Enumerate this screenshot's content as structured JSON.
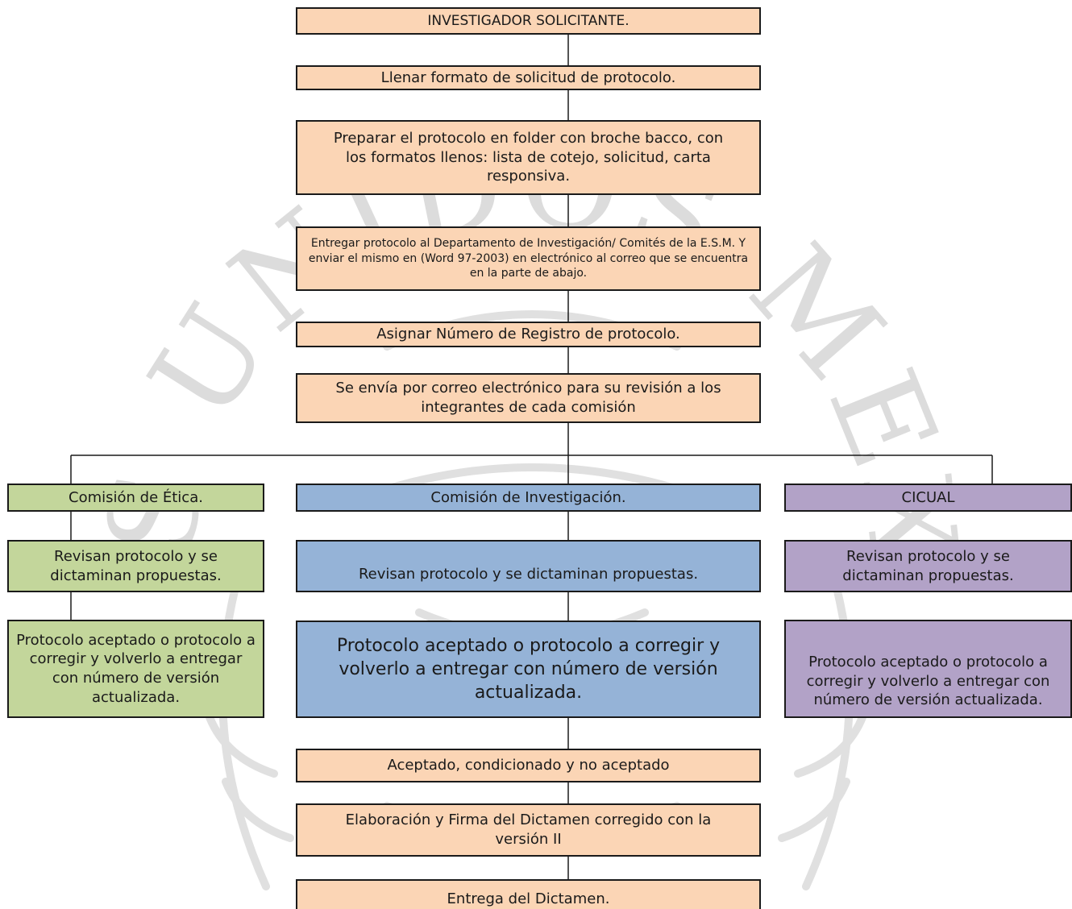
{
  "diagram": {
    "main_flow": {
      "start": "INVESTIGADOR SOLICITANTE.",
      "step1": "Llenar formato de solicitud de protocolo.",
      "step2": "Preparar  el protocolo en folder con broche bacco, con los formatos llenos: lista de cotejo, solicitud, carta responsiva.",
      "step3": "Entregar protocolo  al Departamento de Investigación/ Comités de la E.S.M.   Y  enviar el mismo en   (Word 97-2003)  en electrónico  al correo que se encuentra en la parte de abajo.",
      "step4": "Asignar Número de Registro de protocolo.",
      "step5": "Se envía por correo electrónico para su revisión a los integrantes de cada comisión"
    },
    "branches": {
      "etica": {
        "title": "Comisión de Ética.",
        "review": "Revisan protocolo y se dictaminan propuestas.",
        "result": "Protocolo aceptado o protocolo a corregir y volverlo a entregar con número de versión actualizada."
      },
      "investigacion": {
        "title": "Comisión de Investigación.",
        "review": "Revisan protocolo y se dictaminan propuestas.",
        "result": "Protocolo aceptado o protocolo a corregir y volverlo a entregar con número de versión actualizada."
      },
      "cicual": {
        "title": "CICUAL",
        "review": "Revisan protocolo y se dictaminan propuestas.",
        "result": "Protocolo aceptado o protocolo a corregir y volverlo a entregar con número de versión actualizada."
      }
    },
    "final_flow": {
      "step1": "Aceptado, condicionado y no aceptado",
      "step2": "Elaboración y Firma del Dictamen corregido con la versión II",
      "step3": "Entrega del Dictamen."
    },
    "watermark_text": "ESTADOS UNIDOS MEXICANOS",
    "colors": {
      "main": "#fbd5b5",
      "etica": "#c3d69b",
      "investigacion": "#95b3d7",
      "cicual": "#b2a2c7",
      "border": "#1a1a1a",
      "watermark": "#d9d9d9"
    }
  }
}
